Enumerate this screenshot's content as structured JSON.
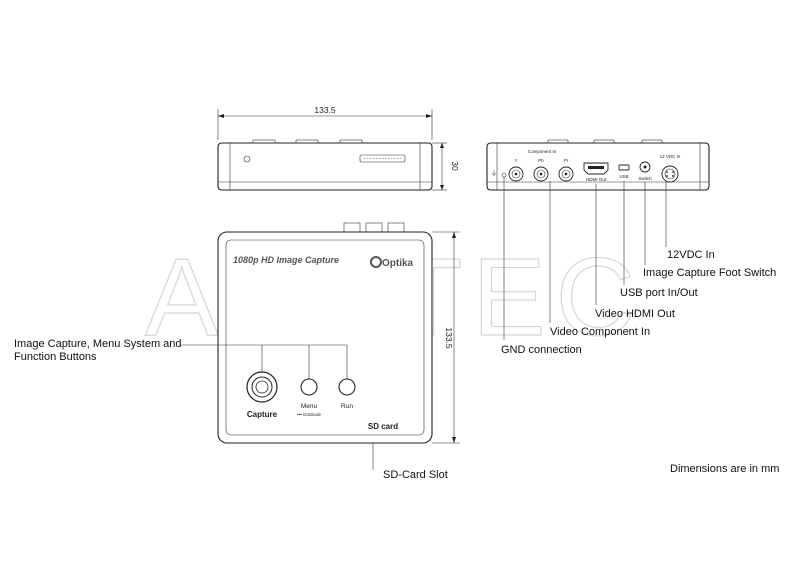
{
  "top_view": {
    "width_dim": "133.5",
    "height_dim": "30"
  },
  "front_panel": {
    "connector_header": "Component In",
    "port_y": "Y",
    "port_pb": "Pb",
    "port_pr": "Pr",
    "hdmi_label": "HDMI Out",
    "usb_label": "USB",
    "switch_label": "Switch",
    "power_label": "12 VDC In",
    "gnd_symbol": "⏚"
  },
  "device_face": {
    "title": "1080p HD Image Capture",
    "logo": "Optika",
    "capture_label": "Capture",
    "menu_label": "Menu",
    "graticule_label": "••• Graticule",
    "run_label": "Run",
    "sd_label": "SD card",
    "height_dim": "133.5"
  },
  "callouts": {
    "dc_in": "12VDC In",
    "foot_switch": "Image Capture Foot Switch",
    "usb": "USB port In/Out",
    "hdmi": "Video HDMI Out",
    "component": "Video Component In",
    "gnd": "GND connection",
    "buttons_line1": "Image Capture, Menu System and",
    "buttons_line2": "Function Buttons",
    "sd_slot": "SD-Card Slot",
    "units_note": "Dimensions are in mm"
  },
  "watermark": "ABETEC"
}
